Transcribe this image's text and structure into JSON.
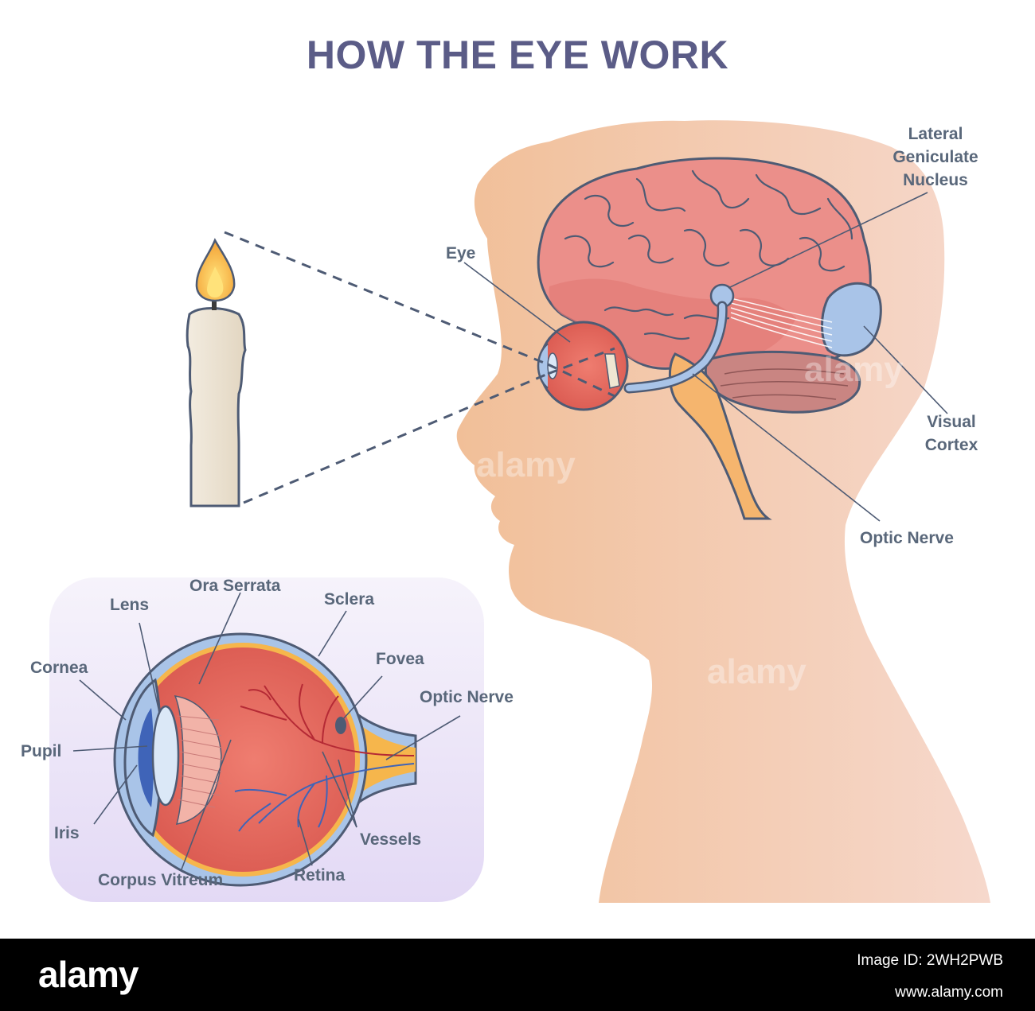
{
  "title": "HOW THE EYE WORK",
  "labels": {
    "lgn_line1": "Lateral",
    "lgn_line2": "Geniculate",
    "lgn_line3": "Nucleus",
    "eye": "Eye",
    "visual_cortex_line1": "Visual",
    "visual_cortex_line2": "Cortex",
    "optic_nerve_head": "Optic Nerve",
    "ora_serrata": "Ora Serrata",
    "lens": "Lens",
    "sclera": "Sclera",
    "cornea": "Cornea",
    "fovea": "Fovea",
    "optic_nerve_eye": "Optic Nerve",
    "pupil": "Pupil",
    "iris": "Iris",
    "vessels": "Vessels",
    "corpus_vitreum": "Corpus Vitreum",
    "retina": "Retina"
  },
  "watermark": "alamy",
  "footer": {
    "logo": "alamy",
    "id_line1": "Image ID: 2WH2PWB",
    "id_line2": "www.alamy.com"
  },
  "colors": {
    "title": "#5b5c87",
    "label": "#59677a",
    "head_skin": "#f2c4a2",
    "brain": "#eb8f8a",
    "visual_cortex": "#a9c4e8",
    "eyeball": "#d9584f",
    "inset_background": "#ece7f7"
  }
}
